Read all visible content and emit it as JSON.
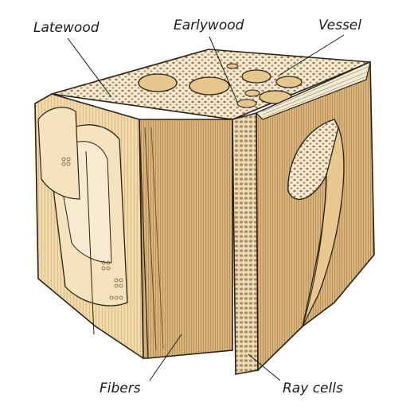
{
  "labels": {
    "latewood": "Latewood",
    "earlywood": "Earlywood",
    "vessel": "Vessel",
    "fibers": "Fibers",
    "ray_cells": "Ray cells"
  },
  "colors": {
    "wood_light": "#f3dcb0",
    "wood_mid": "#d9b57c",
    "wood_dark": "#b88a4b",
    "outline": "#2a2418",
    "dot": "#8a6a44",
    "vessel_fill": "#e6c68d"
  }
}
